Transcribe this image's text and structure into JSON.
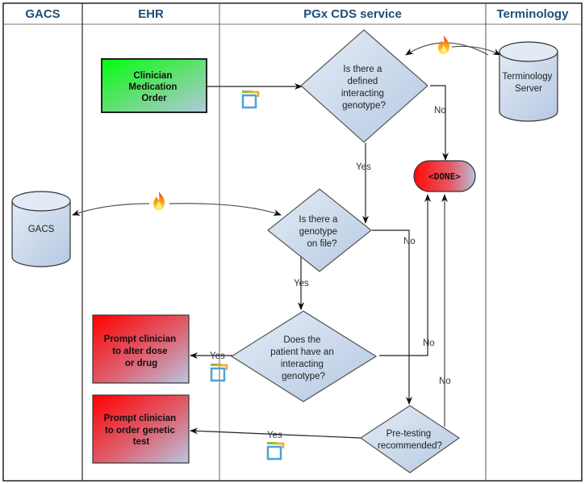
{
  "lanes": [
    {
      "id": "gacs",
      "title": "GACS"
    },
    {
      "id": "ehr",
      "title": "EHR"
    },
    {
      "id": "pgx",
      "title": "PGx CDS service"
    },
    {
      "id": "terminology",
      "title": "Terminology"
    }
  ],
  "nodes": {
    "order": {
      "lines": [
        "Clinician",
        "Medication",
        "Order"
      ]
    },
    "q_defined": {
      "lines": [
        "Is there a",
        "defined",
        "interacting",
        "genotype?"
      ]
    },
    "terminology_server": {
      "lines": [
        "Terminology",
        "Server"
      ]
    },
    "done": {
      "label": "<DONE>"
    },
    "gacs_db": {
      "lines": [
        "GACS"
      ]
    },
    "q_on_file": {
      "lines": [
        "Is there a",
        "genotype",
        "on file?"
      ]
    },
    "q_patient": {
      "lines": [
        "Does the",
        "patient have an",
        "interacting",
        "genotype?"
      ]
    },
    "alter": {
      "lines": [
        "Prompt clinician",
        "to alter dose",
        "or drug"
      ]
    },
    "q_pretest": {
      "lines": [
        "Pre-testing",
        "recommended?"
      ]
    },
    "order_test": {
      "lines": [
        "Prompt clinician",
        "to order genetic",
        "test"
      ]
    }
  },
  "edge_labels": {
    "defined_no": "No",
    "defined_yes": "Yes",
    "onfile_no": "No",
    "onfile_yes": "Yes",
    "patient_no": "No",
    "patient_yes": "Yes",
    "pretest_no": "No",
    "pretest_yes": "Yes"
  },
  "icons": {
    "fhir": "fhir-window-icon",
    "fire": "fire-icon"
  },
  "colors": {
    "lane_title": "#1f4e79",
    "decision_fill_start": "#dce6f2",
    "decision_fill_end": "#b8cce4",
    "action_green": "#00ff00",
    "action_red": "#ff0000",
    "done_red": "#ff0000"
  }
}
